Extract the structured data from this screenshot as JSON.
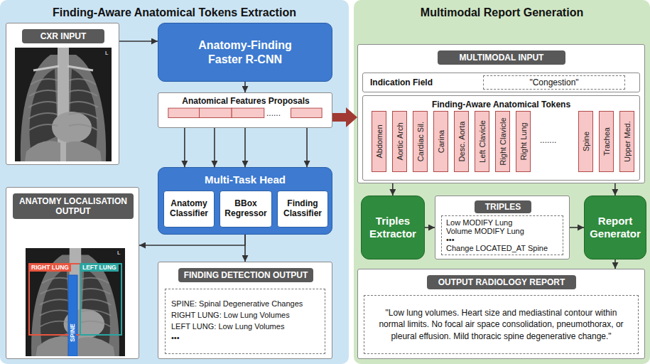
{
  "diagram": {
    "nodes": [
      {
        "text": [
          "Finding-Aware Anatomical Tokens Extraction"
        ]
      },
      {
        "text": [
          "CXR INPUT"
        ],
        "in": 0
      },
      {
        "text": [
          "Anatomy-Finding Faster R-CNN"
        ],
        "in": 0
      },
      {
        "text": [
          "Anatomical Features Proposals"
        ],
        "in": 0
      },
      {
        "text": [
          "Multi-Task Head"
        ],
        "in": 0
      },
      {
        "text": [
          "Anatomy Classifier"
        ],
        "in": 4
      },
      {
        "text": [
          "BBox Regressor"
        ],
        "in": 4
      },
      {
        "text": [
          "Finding Classifier"
        ],
        "in": 4
      },
      {
        "text": [
          "ANATOMY LOCALISATION OUTPUT"
        ],
        "in": 0
      },
      {
        "text": [
          "FINDING DETECTION OUTPUT"
        ],
        "in": 0
      },
      {
        "text": [
          "SPINE: Spinal Degenerative Changes",
          "RIGHT LUNG: Low Lung Volumes",
          "LEFT LUNG: Low Lung Volumes",
          "•••"
        ],
        "in": 9
      },
      {
        "text": [
          "Multimodal Report Generation"
        ]
      },
      {
        "text": [
          "MULTIMODAL INPUT"
        ],
        "in": 11
      },
      {
        "text": [
          "Indication Field"
        ],
        "in": 12
      },
      {
        "text": [
          "\"Congestion\""
        ],
        "in": 13
      },
      {
        "text": [
          "Finding-Aware Anatomical Tokens"
        ],
        "in": 12
      },
      {
        "text": [
          "Abdomen"
        ],
        "in": 15
      },
      {
        "text": [
          "Aortic Arch"
        ],
        "in": 15
      },
      {
        "text": [
          "Cardiac Sil."
        ],
        "in": 15
      },
      {
        "text": [
          "Carina"
        ],
        "in": 15
      },
      {
        "text": [
          "Desc. Aorta"
        ],
        "in": 15
      },
      {
        "text": [
          "Left Clavicle"
        ],
        "in": 15
      },
      {
        "text": [
          "Right Clavicle"
        ],
        "in": 15
      },
      {
        "text": [
          "Right Lung"
        ],
        "in": 15
      },
      {
        "text": [
          "Spine"
        ],
        "in": 15
      },
      {
        "text": [
          "Trachea"
        ],
        "in": 15
      },
      {
        "text": [
          "Upper Med."
        ],
        "in": 15
      },
      {
        "text": [
          "Triples Extractor"
        ],
        "in": 11
      },
      {
        "text": [
          "TRIPLES"
        ],
        "in": 11
      },
      {
        "text": [
          "Low MODIFY Lung",
          "Volume MODIFY Lung",
          "•••",
          "Change LOCATED_AT Spine"
        ],
        "in": 28
      },
      {
        "text": [
          "Report Generator"
        ],
        "in": 11
      },
      {
        "text": [
          "OUTPUT RADIOLOGY REPORT"
        ],
        "in": 11
      },
      {
        "text": [
          "\"Low lung volumes. Heart size and mediastinal contour within normal limits. No focal air space consolidation, pneumothorax, or pleural effusion. Mild thoracic spine degenerative change.\""
        ],
        "in": 31
      }
    ],
    "edges": [
      {
        "from": 1,
        "to": 2,
        "arrow": "to"
      },
      {
        "from": 2,
        "to": 3,
        "arrow": "to"
      },
      {
        "from": 3,
        "to": 4,
        "arrow": "to"
      },
      {
        "from": 3,
        "to": 4,
        "arrow": "to"
      },
      {
        "from": 3,
        "to": 4,
        "arrow": "to"
      },
      {
        "from": 3,
        "to": 4,
        "arrow": "to"
      },
      {
        "from": 4,
        "to": 8,
        "arrow": "to"
      },
      {
        "from": 4,
        "to": 9,
        "arrow": "to"
      },
      {
        "from": 3,
        "to": 12,
        "arrow": "to"
      },
      {
        "from": 12,
        "to": 27,
        "arrow": "to"
      },
      {
        "from": 27,
        "to": 28,
        "arrow": "to"
      },
      {
        "from": 28,
        "to": 30,
        "arrow": "to"
      },
      {
        "from": 12,
        "to": 30,
        "arrow": "to"
      },
      {
        "from": 30,
        "to": 31,
        "arrow": "to"
      }
    ],
    "labels": [
      "L",
      "......",
      "RIGHT LUNG",
      "LEFT LUNG",
      "SPINE",
      "L",
      "......."
    ]
  }
}
